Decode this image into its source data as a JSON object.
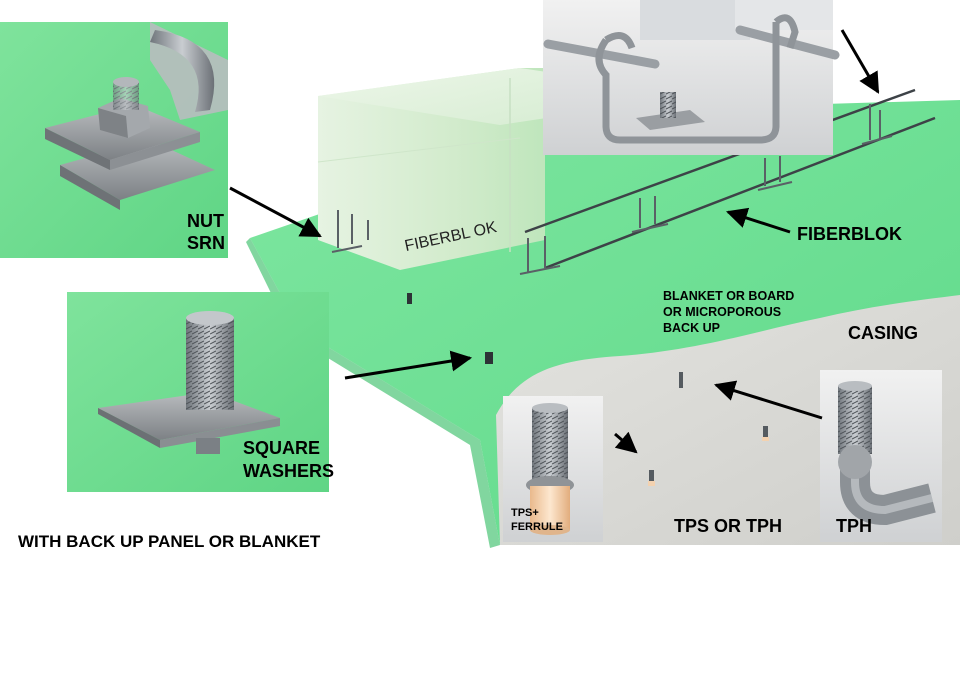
{
  "labels": {
    "nut_srn": [
      "NUT",
      "SRN"
    ],
    "fiberblok_panel": "FIBERBL OK",
    "fiberblok": "FIBERBLOK",
    "backup": [
      "BLANKET OR BOARD",
      "OR MICROPOROUS",
      "BACK UP"
    ],
    "casing": "CASING",
    "square_washers": [
      "SQUARE",
      "WASHERS"
    ],
    "tps_ferrule": [
      "TPS+",
      "FERRULE"
    ],
    "tps_or_tph": "TPS OR TPH",
    "tph": "TPH",
    "caption": "WITH BACK UP PANEL OR BLANKET"
  },
  "colors": {
    "green_board": "#66e08e",
    "green_light": "#a7e8b6",
    "fiberblok_block": "#d5ecd0",
    "casing_gray": "#dcdcd8",
    "metal": "#8a8f94",
    "ferrule": "#f3d2b0",
    "arrow": "#000000"
  }
}
